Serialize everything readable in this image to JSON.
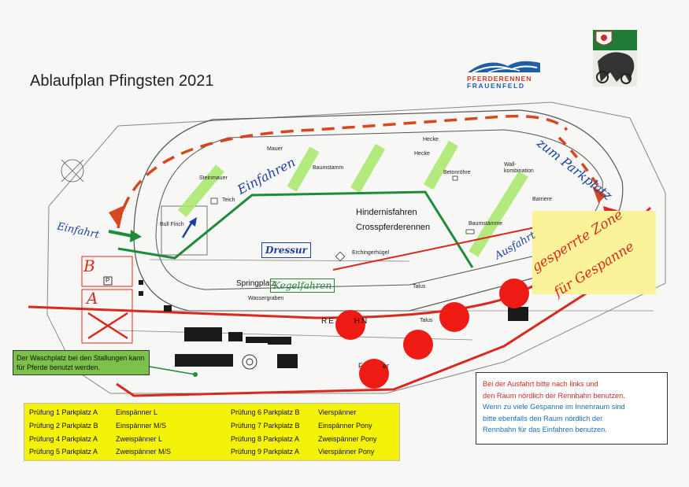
{
  "title": "Ablaufplan Pfingsten 2021",
  "logo": {
    "brand_line1": "PFERDERENNEN",
    "brand_line2": "FRAUENFELD",
    "crest_icon": "frauenfeld-coat-of-arms-with-horse-team-icon"
  },
  "map": {
    "labels": {
      "mauer": "Mauer",
      "hecke1": "Hecke",
      "hecke2": "Hecke",
      "steinmauer": "Steinmauer",
      "baumstamm": "Baumstamm",
      "betonroehre": "Betonröhre",
      "wallkombination_1": "Wall-",
      "wallkombination_2": "kombination",
      "teich": "Teich",
      "barriere": "Barriere",
      "bull_finch": "Bull Finch",
      "baumstaemme": "Baumstämme",
      "erchingerhuegel": "Erchingerhügel",
      "talus1": "Talus",
      "talus2": "Talus",
      "wassergraben": "Wassergraben",
      "springplatz": "Springplatz",
      "hindernisfahren": "Hindernisfahren",
      "crosspferderennen": "Crosspferderennen",
      "rennbahn": "RE     HN",
      "field_b": "B",
      "field_a": "A",
      "parking_p": "P",
      "fe": "F",
      "er": "er"
    },
    "handwritten": {
      "einfahrt": "Einfahrt",
      "einfahren": "Einfahren",
      "dressur": "Dressur",
      "kegelfahren": "Kegelfahren",
      "ausfahrt": "Ausfahrt",
      "zum_parkplatz": "zum Parkplatz",
      "gesperrte_zone_1": "gesperrte Zone",
      "gesperrte_zone_2": "für Gespanne"
    },
    "colors": {
      "route_red": "#d8291f",
      "dashed_orange": "#d5481f",
      "route_green": "#1f8a3a",
      "ink_blue": "#1e3f9e",
      "highlight_green": "#a8e86a",
      "closed_zone_yellow": "#fbf39a",
      "stop_dot": "#ee1b14"
    }
  },
  "wash_note": "Der Waschplatz bei den Stallungen kann für Pferde benutzt werden.",
  "schedule": [
    {
      "pruefung": "Prüfung 1 Parkplatz A",
      "class": "Einspänner L"
    },
    {
      "pruefung": "Prüfung 2 Parkplatz B",
      "class": "Einspänner M/S"
    },
    {
      "pruefung": "Prüfung 4 Parkplatz A",
      "class": "Zweispänner L"
    },
    {
      "pruefung": "Prüfung 5 Parkplatz A",
      "class": "Zweispänner M/S"
    },
    {
      "pruefung": "Prüfung 6 Parkplatz B",
      "class": "Vierspänner"
    },
    {
      "pruefung": "Prüfung 7 Parkplatz B",
      "class": "Einspänner Pony"
    },
    {
      "pruefung": "Prüfung 8 Parkplatz A",
      "class": "Zweispänner Pony"
    },
    {
      "pruefung": "Prüfung 9 Parkplatz A",
      "class": "Vierspänner Pony"
    }
  ],
  "info": {
    "red_line1": "Bei der Ausfahrt bitte nach links und",
    "red_line2": "den Raum nördlich der Rennbahn benutzen.",
    "blue_line1": "Wenn zu viele Gespanne im Innenraum sind",
    "blue_line2": "bitte ebenfalls den Raum nördlich der",
    "blue_line3": "Rennbahn für das Einfahren benutzen."
  }
}
